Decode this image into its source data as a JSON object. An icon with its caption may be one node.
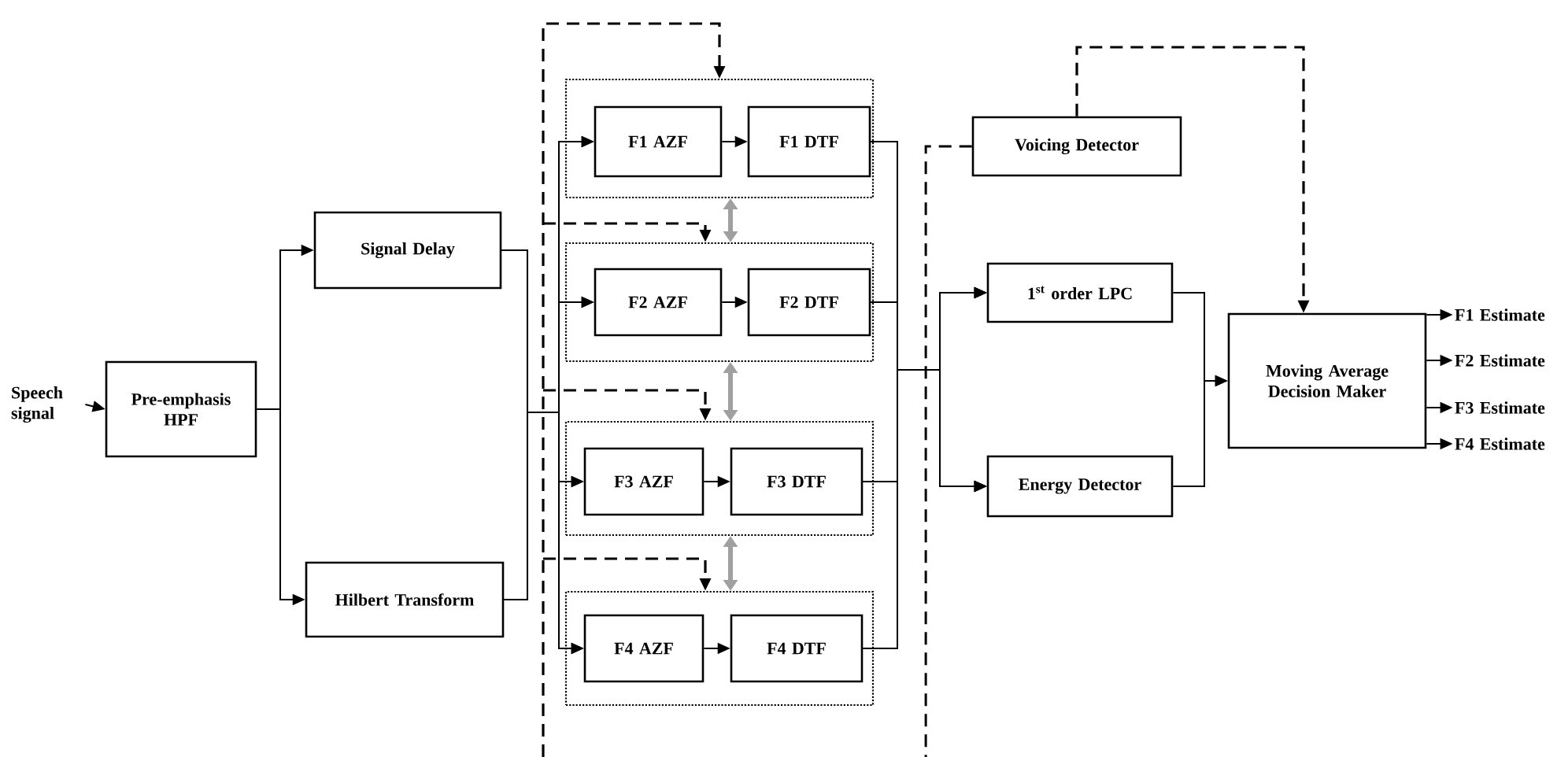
{
  "diagram": {
    "nodes": [
      {
        "text": [
          "Speech signal"
        ]
      },
      {
        "text": [
          "Pre-emphasis HPF"
        ]
      },
      {
        "text": [
          "Signal Delay"
        ]
      },
      {
        "text": [
          "Hilbert Transform"
        ]
      },
      {
        "text": [],
        "shape": "box"
      },
      {
        "text": [
          "F1  AZF"
        ],
        "in": 4
      },
      {
        "text": [
          "F1  DTF"
        ],
        "in": 4
      },
      {
        "text": [],
        "shape": "box"
      },
      {
        "text": [
          "F2  AZF"
        ],
        "in": 7
      },
      {
        "text": [
          "F2  DTF"
        ],
        "in": 7
      },
      {
        "text": [],
        "shape": "box"
      },
      {
        "text": [
          "F3  AZF"
        ],
        "in": 10
      },
      {
        "text": [
          "F3    DTF"
        ],
        "in": 10
      },
      {
        "text": [],
        "shape": "box"
      },
      {
        "text": [
          "F4  AZF"
        ],
        "in": 13
      },
      {
        "text": [
          "F4  DTF"
        ],
        "in": 13
      },
      {
        "text": [
          "Voicing Detector"
        ]
      },
      {
        "text": [
          "1$^{st}$ order LPC"
        ]
      },
      {
        "text": [
          "Energy Detector"
        ]
      },
      {
        "text": [
          "Moving Average Decision Maker"
        ]
      },
      {
        "text": [
          "F1 Estimate"
        ]
      },
      {
        "text": [
          "F2 Estimate"
        ]
      },
      {
        "text": [
          "F3 Estimate"
        ]
      },
      {
        "text": [
          "F4 Estimate"
        ]
      }
    ],
    "edges": [
      {
        "from": 0,
        "to": 1,
        "arrow": "to"
      },
      {
        "from": 1,
        "to": 2,
        "arrow": "to"
      },
      {
        "from": 1,
        "to": 3,
        "arrow": "to"
      },
      {
        "from": 2,
        "to": 5,
        "arrow": "to"
      },
      {
        "from": 2,
        "to": 8,
        "arrow": "to"
      },
      {
        "from": 2,
        "to": 11,
        "arrow": "to"
      },
      {
        "from": 2,
        "to": 14,
        "arrow": "to"
      },
      {
        "from": 3,
        "to": 5,
        "arrow": "to"
      },
      {
        "from": 3,
        "to": 8,
        "arrow": "to"
      },
      {
        "from": 3,
        "to": 11,
        "arrow": "to"
      },
      {
        "from": 3,
        "to": 14,
        "arrow": "to"
      },
      {
        "from": 5,
        "to": 6,
        "arrow": "to"
      },
      {
        "from": 8,
        "to": 9,
        "arrow": "to"
      },
      {
        "from": 11,
        "to": 12,
        "arrow": "to"
      },
      {
        "from": 14,
        "to": 15,
        "arrow": "to"
      },
      {
        "from": 6,
        "to": 17,
        "arrow": "to"
      },
      {
        "from": 6,
        "to": 18,
        "arrow": "to"
      },
      {
        "from": 9,
        "to": 17,
        "arrow": "to"
      },
      {
        "from": 9,
        "to": 18,
        "arrow": "to"
      },
      {
        "from": 12,
        "to": 17,
        "arrow": "to"
      },
      {
        "from": 12,
        "to": 18,
        "arrow": "to"
      },
      {
        "from": 15,
        "to": 17,
        "arrow": "to"
      },
      {
        "from": 15,
        "to": 18,
        "arrow": "to"
      },
      {
        "from": 17,
        "to": 19,
        "arrow": "to"
      },
      {
        "from": 18,
        "to": 19,
        "arrow": "to"
      },
      {
        "from": 19,
        "to": 20,
        "arrow": "to"
      },
      {
        "from": 19,
        "to": 21,
        "arrow": "to"
      },
      {
        "from": 19,
        "to": 22,
        "arrow": "to"
      },
      {
        "from": 19,
        "to": 23,
        "arrow": "to"
      },
      {
        "from": 16,
        "to": 19,
        "arrow": "to",
        "style": "dashed"
      },
      {
        "from": 16,
        "to": null,
        "arrow": "none",
        "style": "dashed"
      },
      {
        "from": null,
        "to": 4,
        "arrow": "to",
        "style": "dashed"
      },
      {
        "from": null,
        "to": 7,
        "arrow": "to",
        "style": "dashed"
      },
      {
        "from": null,
        "to": 10,
        "arrow": "to",
        "style": "dashed"
      },
      {
        "from": null,
        "to": 13,
        "arrow": "to",
        "style": "dashed"
      },
      {
        "from": 4,
        "to": 7,
        "arrow": "both",
        "style": "thick",
        "color": "#a0a0a0"
      },
      {
        "from": 7,
        "to": 10,
        "arrow": "both",
        "style": "thick",
        "color": "#a0a0a0"
      },
      {
        "from": 10,
        "to": 13,
        "arrow": "both",
        "style": "thick",
        "color": "#a0a0a0"
      }
    ]
  }
}
